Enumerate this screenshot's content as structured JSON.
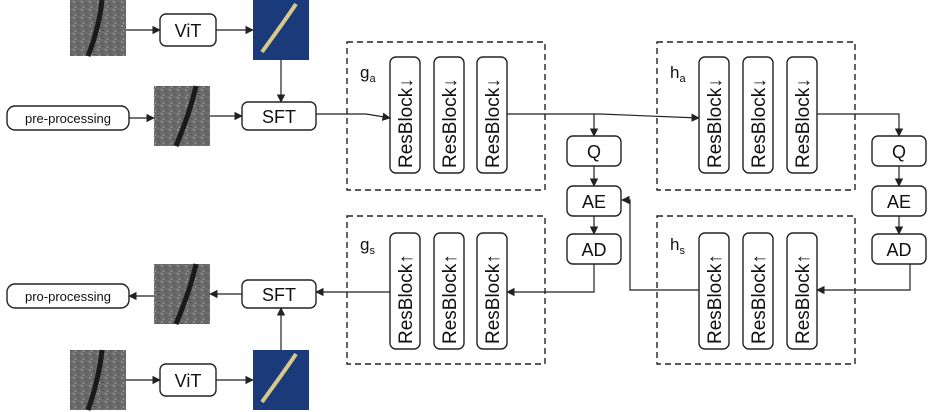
{
  "nodes": {
    "vit": "ViT",
    "sft": "SFT",
    "pre": "pre-processing",
    "post": "pro-processing",
    "q": "Q",
    "ae": "AE",
    "ad": "AD",
    "resblock": "ResBlock"
  },
  "groups": {
    "ga": {
      "main": "g",
      "sub": "a"
    },
    "ha": {
      "main": "h",
      "sub": "a"
    },
    "gs": {
      "main": "g",
      "sub": "s"
    },
    "hs": {
      "main": "h",
      "sub": "s"
    }
  },
  "arrows": {
    "down": "↓",
    "up": "↑"
  },
  "colors": {
    "sar": "#5f5f5f",
    "vit_feature": "#1b3a7a",
    "vit_stripe": "#d8c98a"
  },
  "icons": [
    "sar-image-thumbnail",
    "vit-feature-map-thumbnail"
  ]
}
